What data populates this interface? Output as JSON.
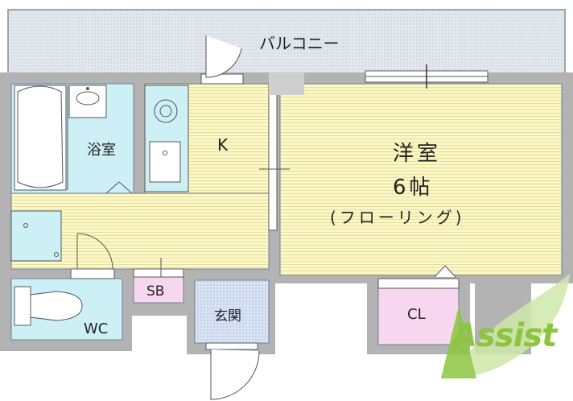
{
  "floorplan": {
    "balcony": "バルコニー",
    "bathroom": "浴室",
    "kitchen": "K",
    "western_room": "洋室",
    "room_size": "6帖",
    "flooring": "(フローリング)",
    "toilet": "WC",
    "shoe_box": "SB",
    "entrance": "玄関",
    "closet": "CL"
  },
  "logo": {
    "text": "Assist",
    "color": "#8cc63f"
  },
  "colors": {
    "wall": "#b3b3b3",
    "balcony_fill": "#dfe4ea",
    "room_fill": "#fbf7c6",
    "wet_area_fill": "#cdeff6",
    "storage_fill": "#f7d7ef",
    "entrance_fill": "#d6e1f2",
    "line": "#6b7f99"
  }
}
